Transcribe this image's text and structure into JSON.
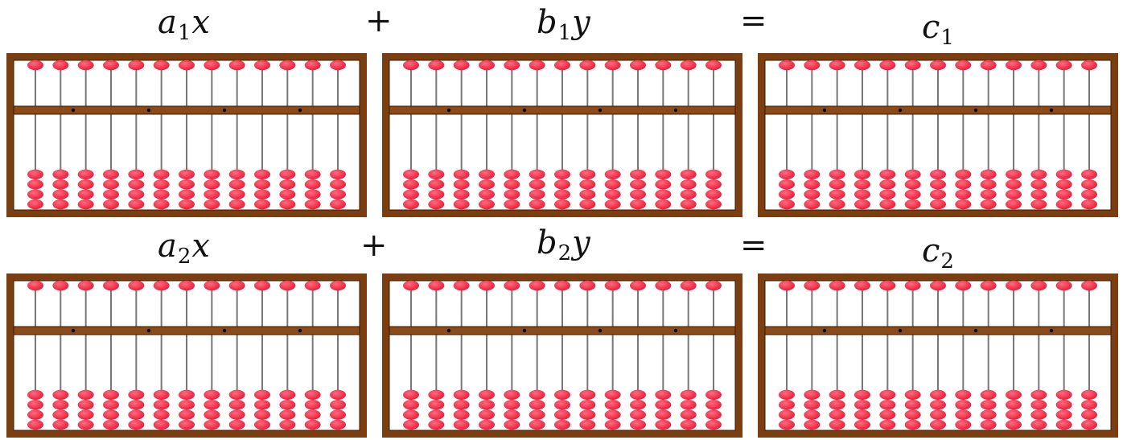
{
  "equations": [
    {
      "term1": {
        "coef": "a",
        "sub": "1",
        "var": "x"
      },
      "plus": "+",
      "term2": {
        "coef": "b",
        "sub": "1",
        "var": "y"
      },
      "equals": "=",
      "rhs": {
        "coef": "c",
        "sub": "1"
      }
    },
    {
      "term1": {
        "coef": "a",
        "sub": "2",
        "var": "x"
      },
      "plus": "+",
      "term2": {
        "coef": "b",
        "sub": "2",
        "var": "y"
      },
      "equals": "=",
      "rhs": {
        "coef": "c",
        "sub": "2"
      }
    }
  ],
  "abacus": {
    "rods": 13,
    "upper_beads_per_rod": 1,
    "lower_beads_per_rod": 4,
    "unit_dot_rods": [
      1,
      4,
      7,
      10
    ],
    "frame_color": "#7a3e10",
    "frame_inner_color": "#8b4a17",
    "bead_color": "#e8203a",
    "bead_highlight": "#ff6b80",
    "rod_color": "#777777"
  }
}
